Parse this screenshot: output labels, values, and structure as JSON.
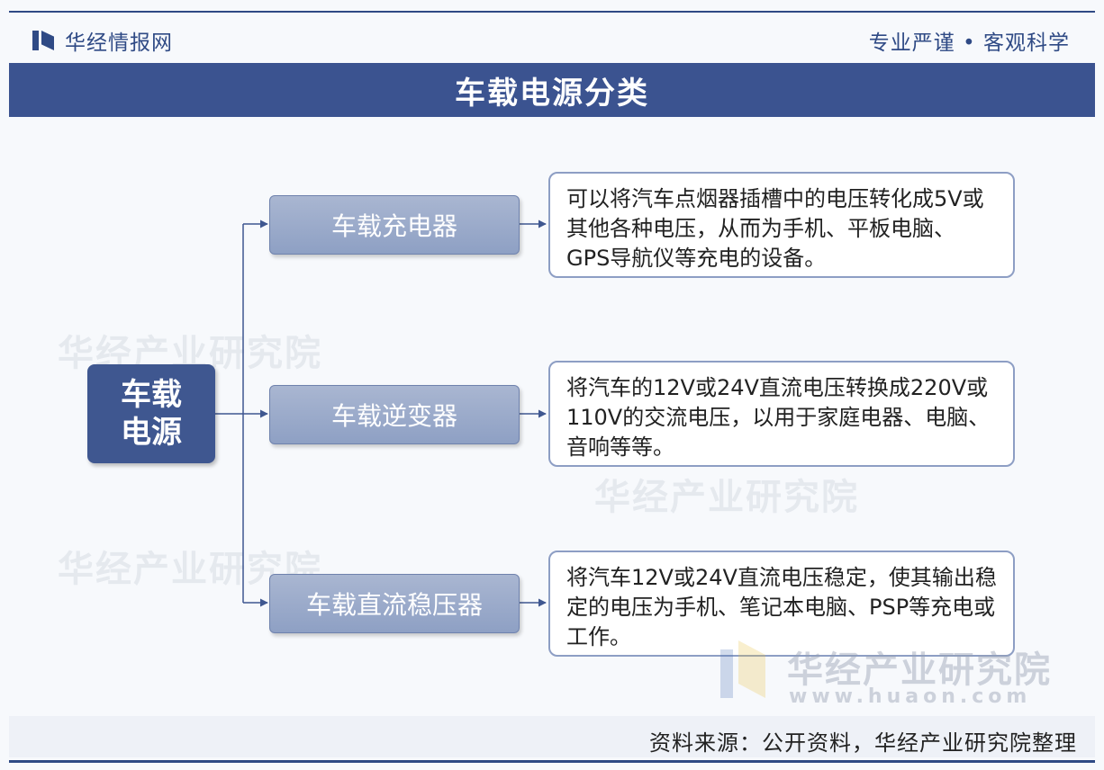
{
  "header": {
    "brand_name": "华经情报网",
    "slogan": "专业严谨 • 客观科学",
    "title": "车载电源分类"
  },
  "diagram": {
    "root": "车载电源",
    "branches": [
      {
        "label": "车载充电器",
        "description": "可以将汽车点烟器插槽中的电压转化成5V或其他各种电压，从而为手机、平板电脑、GPS导航仪等充电的设备。"
      },
      {
        "label": "车载逆变器",
        "description": "将汽车的12V或24V直流电压转换成220V或110V的交流电压，以用于家庭电器、电脑、音响等等。"
      },
      {
        "label": "车载直流稳压器",
        "description": "将汽车12V或24V直流电压稳定，使其输出稳定的电压为手机、笔记本电脑、PSP等充电或工作。"
      }
    ]
  },
  "watermark": {
    "text": "华经产业研究院",
    "url": "www.huaon.com"
  },
  "footer": {
    "source": "资料来源：公开资料，华经产业研究院整理"
  },
  "colors": {
    "primary": "#3b5390",
    "branch": "#9aaacb",
    "connector": "#3f5790"
  }
}
